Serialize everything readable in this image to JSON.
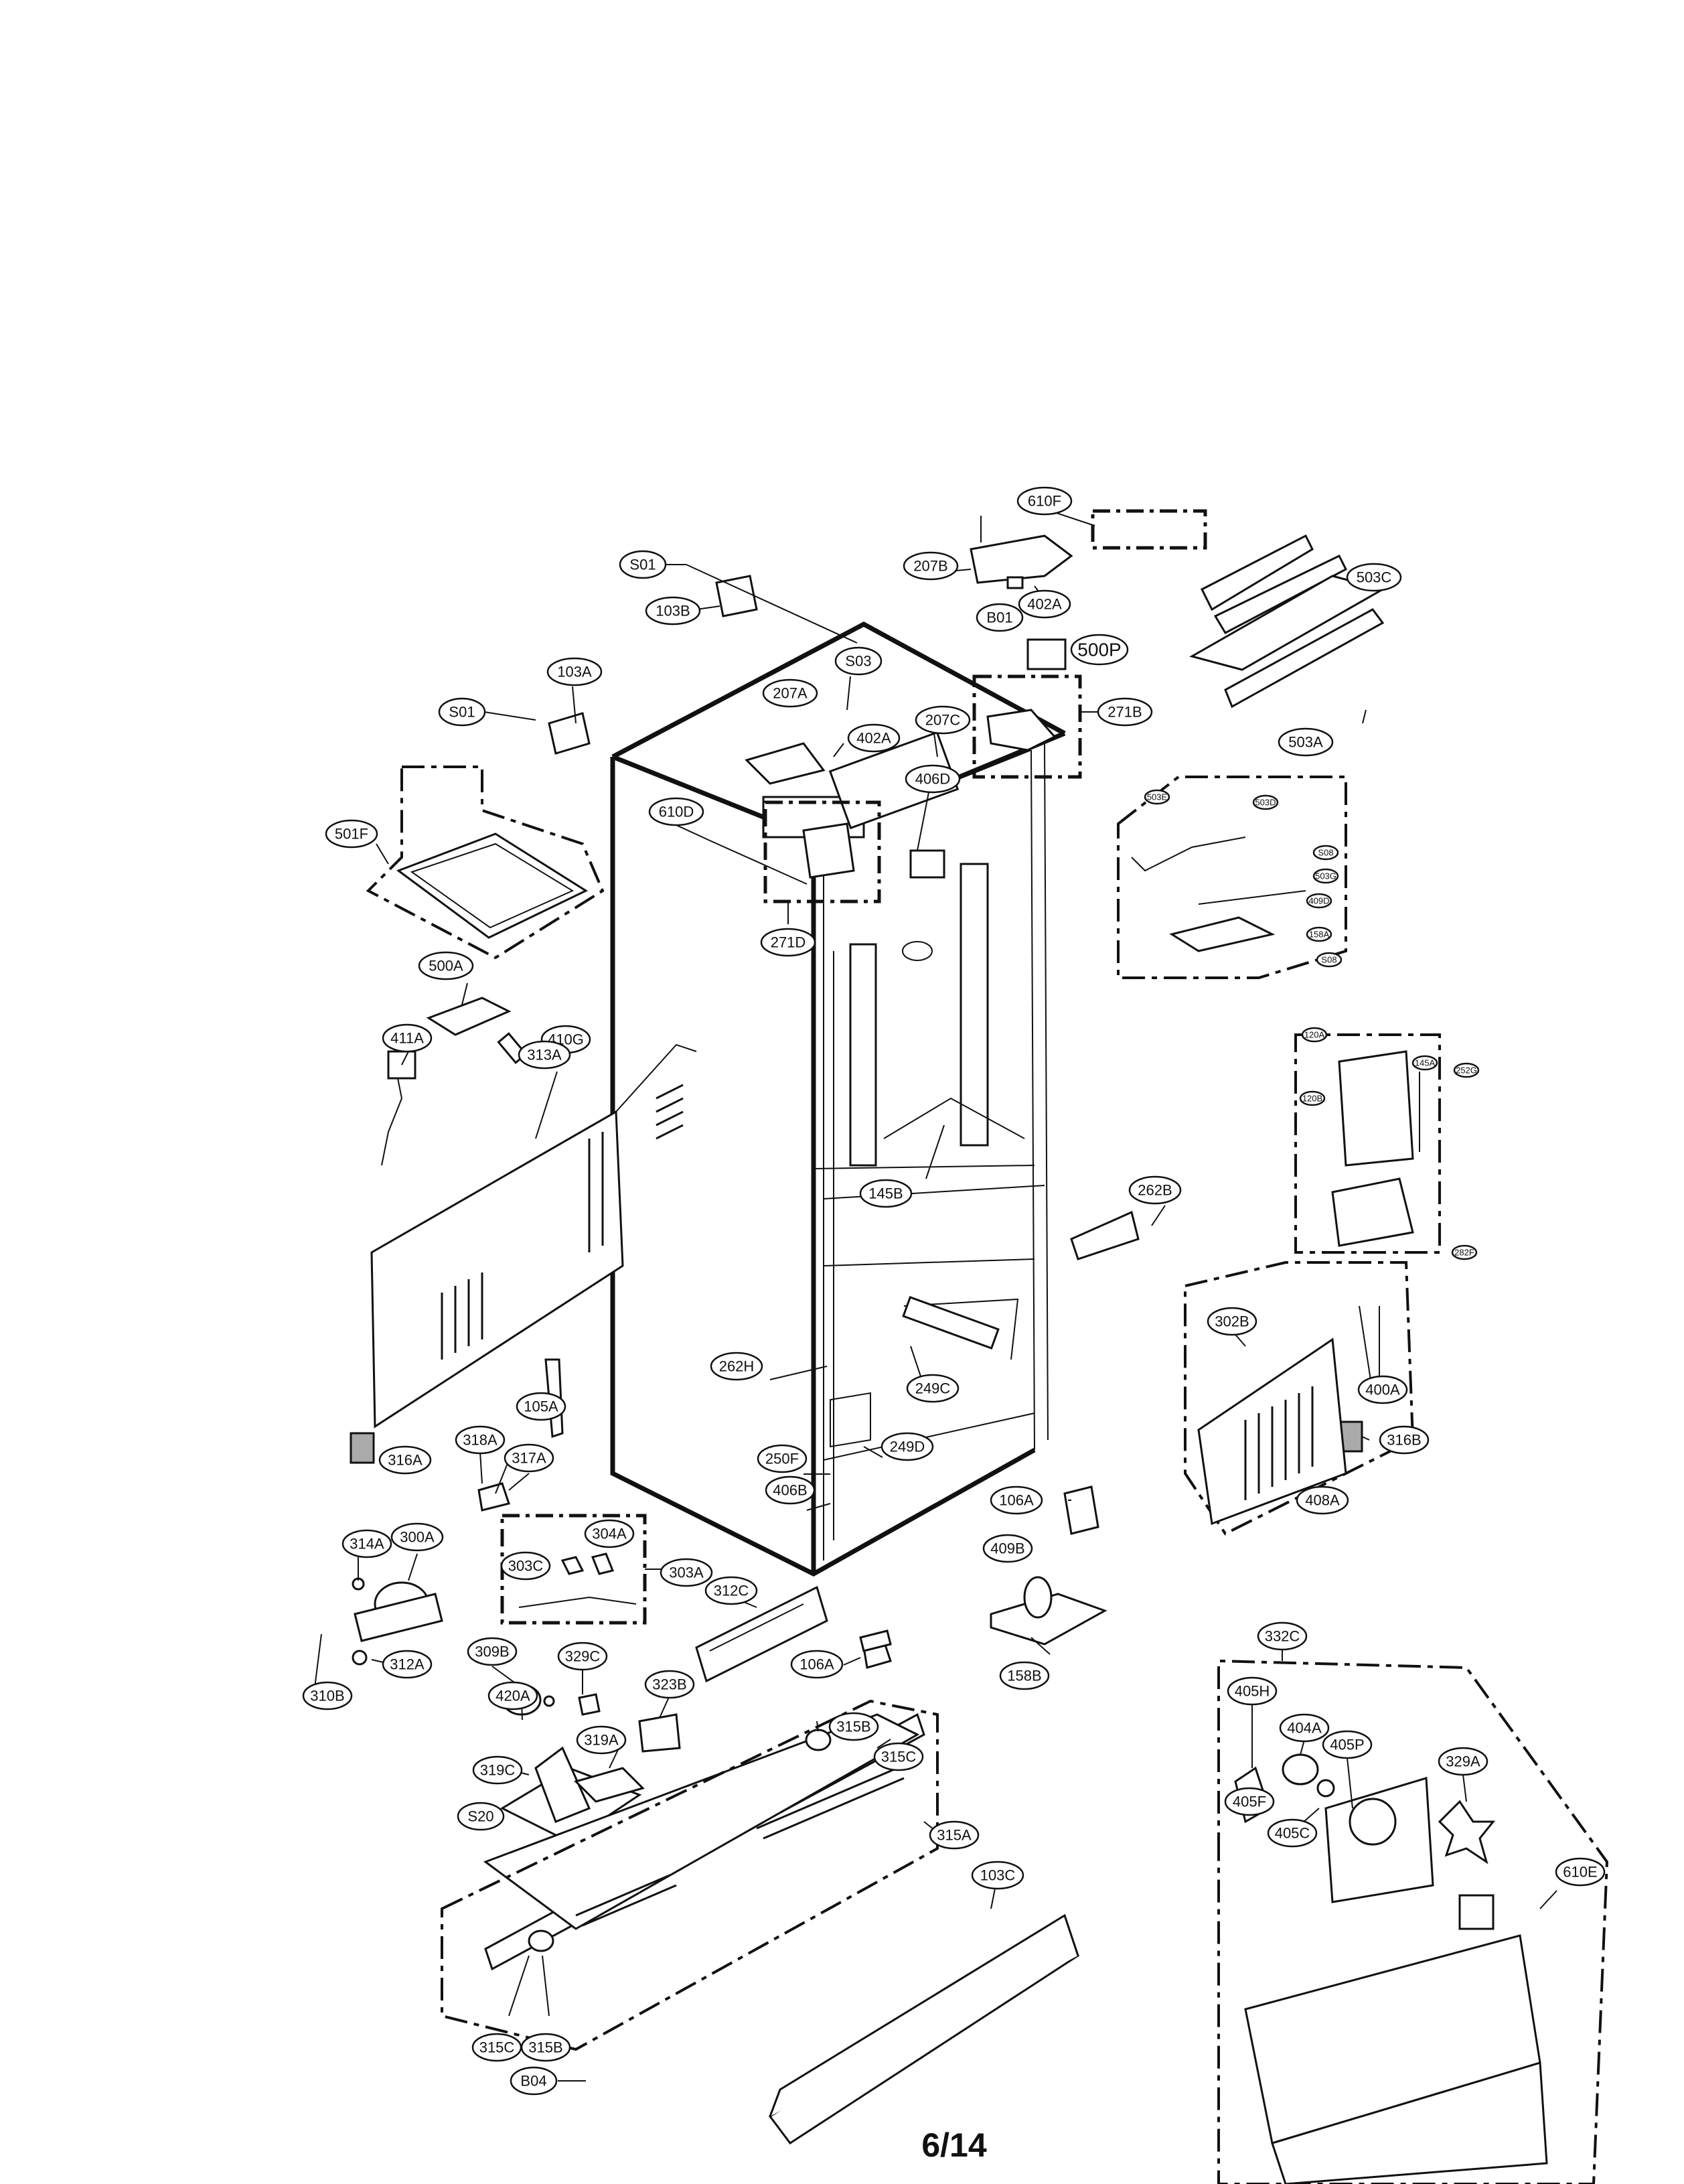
{
  "page_number": "6/14",
  "part_labels": {
    "610F": "610F",
    "207B": "207B",
    "402A_top": "402A",
    "B01": "B01",
    "500P": "500P",
    "503C": "503C",
    "503A": "503A",
    "S01_top": "S01",
    "103B": "103B",
    "S03": "S03",
    "207A": "207A",
    "402A_mid": "402A",
    "207C": "207C",
    "406D": "406D",
    "271B": "271B",
    "103A": "103A",
    "S01_left": "S01",
    "610D": "610D",
    "271D": "271D",
    "501F": "501F",
    "500A": "500A",
    "411A": "411A",
    "410G": "410G",
    "313A": "313A",
    "145B": "145B",
    "262B": "262B",
    "262H": "262H",
    "249C": "249C",
    "249D": "249D",
    "250F": "250F",
    "406B": "406B",
    "105A": "105A",
    "316A": "316A",
    "318A": "318A",
    "317A": "317A",
    "314A": "314A",
    "300A": "300A",
    "304A": "304A",
    "303C": "303C",
    "303A": "303A",
    "312C": "312C",
    "312A": "312A",
    "310B": "310B",
    "309B": "309B",
    "329C": "329C",
    "420A": "420A",
    "323B": "323B",
    "106A_top": "106A",
    "106A_bottom": "106A",
    "409B": "409B",
    "158B": "158B",
    "319A": "319A",
    "319C": "319C",
    "S20": "S20",
    "315B_top": "315B",
    "315C_top": "315C",
    "315A": "315A",
    "103C": "103C",
    "315C_bottom": "315C",
    "315B_bottom": "315B",
    "B04": "B04",
    "302B": "302B",
    "400A": "400A",
    "316B": "316B",
    "408A": "408A",
    "332C": "332C",
    "405H": "405H",
    "404A": "404A",
    "405P": "405P",
    "329A": "329A",
    "405F": "405F",
    "405C": "405C",
    "610E": "610E",
    "503E": "503E",
    "503D": "503D",
    "S08_a": "S08",
    "503G": "503G",
    "409D": "409D",
    "158A": "158A",
    "S08_b": "S08",
    "120A": "120A",
    "145A": "145A",
    "252G": "252G",
    "120B": "120B",
    "282F": "282F"
  }
}
